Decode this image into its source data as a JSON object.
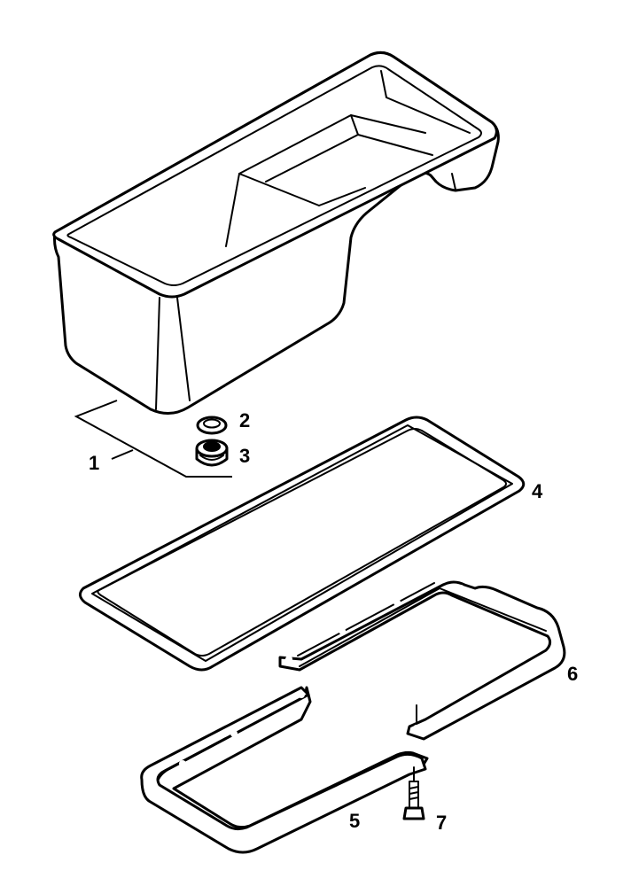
{
  "diagram": {
    "parts": [
      {
        "id": "oil-pan",
        "label": "1"
      },
      {
        "id": "washer",
        "label": "2"
      },
      {
        "id": "drain-plug",
        "label": "3"
      },
      {
        "id": "pan-gasket",
        "label": "4"
      },
      {
        "id": "gasket-carrier-front",
        "label": "5"
      },
      {
        "id": "gasket-carrier-rear",
        "label": "6"
      },
      {
        "id": "bolt",
        "label": "7"
      }
    ]
  }
}
